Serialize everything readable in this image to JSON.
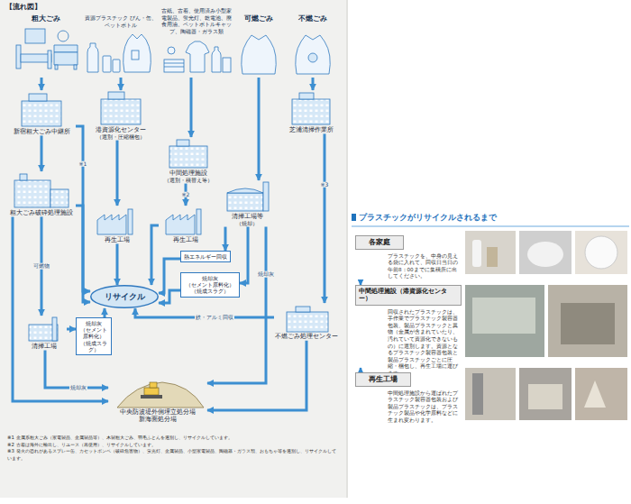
{
  "diagram": {
    "title": "【流れ図】",
    "nodes": [
      {
        "text": [
          "粗大ごみ"
        ]
      },
      {
        "text": [
          "資源プラスチック びん・缶、ペットボトル"
        ]
      },
      {
        "text": [
          "古紙、古着、使用済み小型家電製品、蛍光灯、乾電池、廃食用油、ペットボトルキャップ、陶磁器・ガラス類"
        ]
      },
      {
        "text": [
          "可燃ごみ"
        ]
      },
      {
        "text": [
          "不燃ごみ"
        ]
      },
      {
        "text": [
          "新宿粗大ごみ中継所"
        ]
      },
      {
        "text": [
          "港資源化センター",
          "（選別・圧縮梱包）"
        ]
      },
      {
        "text": [
          "芝浦清掃作業所"
        ]
      },
      {
        "text": [
          "中間処理施設",
          "（選別・積替え等）"
        ]
      },
      {
        "text": [
          "粗大ごみ破砕処理施設"
        ]
      },
      {
        "text": [
          "再生工場"
        ]
      },
      {
        "text": [
          "再生工場"
        ]
      },
      {
        "text": [
          "清掃工場等",
          "（焼却）"
        ]
      },
      {
        "text": [
          "熱エネルギー回収"
        ]
      },
      {
        "text": [
          "焼却灰",
          "（セメント原料化） （焼成スラグ）"
        ]
      },
      {
        "text": [
          "リサイクル"
        ]
      },
      {
        "text": [
          "清掃工場"
        ]
      },
      {
        "text": [
          "焼却灰",
          "（セメント原料化） （焼成スラグ）"
        ]
      },
      {
        "text": [
          "不燃ごみ処理センター"
        ]
      },
      {
        "text": [
          "中央防波堤外側埋立処分場",
          "新海面処分場"
        ]
      },
      {
        "text": [
          "各家庭",
          "プラスチックを、中身の見える袋に入れて、回収日当日の午前8：00までに集積所に出してください。"
        ]
      },
      {
        "text": [
          "中間処理施設（港資源化センター）",
          "回収されたプラスチックは、手作業でプラスチック製容器包装、製品プラスチックと異物（金属が含まれていたり、汚れていて資源化できないもの）に選別します。資源となるプラスチック製容器包装と製品プラスチックごとに圧縮・梱包し、再生工場に運びます。"
        ]
      },
      {
        "text": [
          "再生工場",
          "中間処理施設から運ばれたプラスチック製容器包装および製品プラスチックは、プラスチック製品や化学原料などに生まれ変わります。"
        ]
      }
    ],
    "edges": [
      {
        "from": 0,
        "to": 5,
        "arrow": "to"
      },
      {
        "from": 1,
        "to": 6,
        "arrow": "to"
      },
      {
        "from": 2,
        "to": 8,
        "arrow": "to"
      },
      {
        "from": 3,
        "to": 12,
        "arrow": "to"
      },
      {
        "from": 4,
        "to": 7,
        "arrow": "to"
      },
      {
        "from": 5,
        "to": 9,
        "arrow": "to"
      },
      {
        "from": 5,
        "to": 15,
        "label": "※1",
        "arrow": "to"
      },
      {
        "from": 6,
        "to": 10,
        "arrow": "to"
      },
      {
        "from": 8,
        "to": 11,
        "label": "※2",
        "arrow": "to"
      },
      {
        "from": 7,
        "to": 18,
        "label": "※3",
        "arrow": "to"
      },
      {
        "from": 9,
        "to": 15,
        "arrow": "to"
      },
      {
        "from": 9,
        "to": 16,
        "label": "可燃物",
        "arrow": "to"
      },
      {
        "from": 9,
        "to": 19,
        "arrow": "to"
      },
      {
        "from": 10,
        "to": 15,
        "arrow": "to"
      },
      {
        "from": 11,
        "to": 15,
        "arrow": "to"
      },
      {
        "from": 12,
        "to": 13,
        "arrow": "to"
      },
      {
        "from": 12,
        "to": 14,
        "arrow": "to"
      },
      {
        "from": 13,
        "to": 15,
        "arrow": "to"
      },
      {
        "from": 14,
        "to": 15,
        "arrow": "to"
      },
      {
        "from": 12,
        "to": 19,
        "label": "焼却灰",
        "arrow": "to"
      },
      {
        "from": 16,
        "to": 17,
        "arrow": "to"
      },
      {
        "from": 17,
        "to": 15,
        "arrow": "to"
      },
      {
        "from": 16,
        "to": 19,
        "label": "焼却灰",
        "arrow": "to"
      },
      {
        "from": 18,
        "to": 15,
        "label": "鉄・アルミ回収",
        "arrow": "to"
      },
      {
        "from": 18,
        "to": 19,
        "arrow": "to"
      },
      {
        "from": 20,
        "to": 21,
        "arrow": "to"
      },
      {
        "from": 21,
        "to": 22,
        "arrow": "to"
      }
    ],
    "labels": [
      "※1 金属系粗大ごみ（家電製品、金属製品等）、木製粗大ごみ、羽毛ふとんを選別し、リサイクルしています。",
      "※2 古着は海外に輸出し、リユース（再使用）、リサイクルしています。",
      "※3 発火の恐れがあるスプレー缶、カセットボンベ（破砕危害物）、蛍光灯、金属製品、小型家電製品、陶磁器・ガラス類、おもちゃ等を選別し、リサイクルしています。",
      "プラスチックがリサイクルされるまで"
    ]
  }
}
